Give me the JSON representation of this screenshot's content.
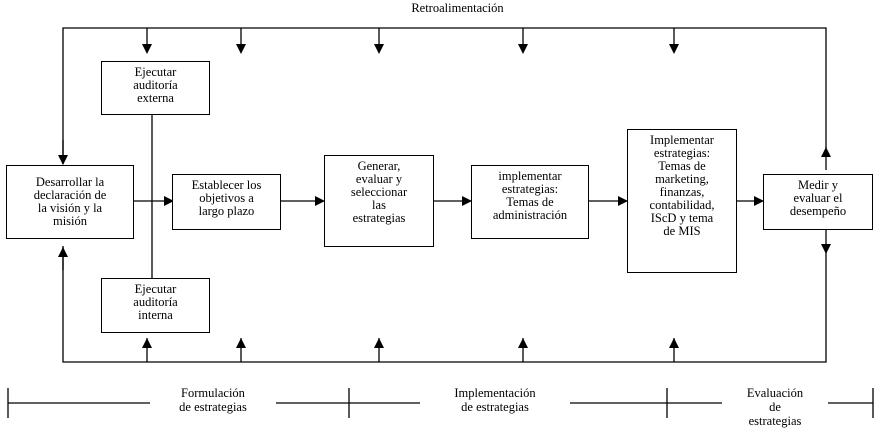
{
  "diagram": {
    "feedback_label": "Retroalimentación",
    "boxes": {
      "vision": "Desarrollar la\ndeclaración de\nla visión y la\nmisión",
      "external_audit": "Ejecutar\nauditoría\nexterna",
      "internal_audit": "Ejecutar\nauditoría\ninterna",
      "long_term_objectives": "Establecer los\nobjetivos a\nlargo plazo",
      "generate_strategies": "Generar,\nevaluar y\nseleccionar\nlas\nestrategias",
      "implement_management": "implementar\nestrategias:\nTemas de\nadministración",
      "implement_marketing": "Implementar\nestrategias:\nTemas de\nmarketing,\nfinanzas,\ncontabilidad,\nIScD y tema\nde MIS",
      "measure_performance": "Medir y\nevaluar el\ndesempeño"
    },
    "stages": {
      "formulation": "Formulación\nde estrategias",
      "implementation": "Implementación\nde estrategias",
      "evaluation": "Evaluación\nde\nestrategias"
    }
  }
}
